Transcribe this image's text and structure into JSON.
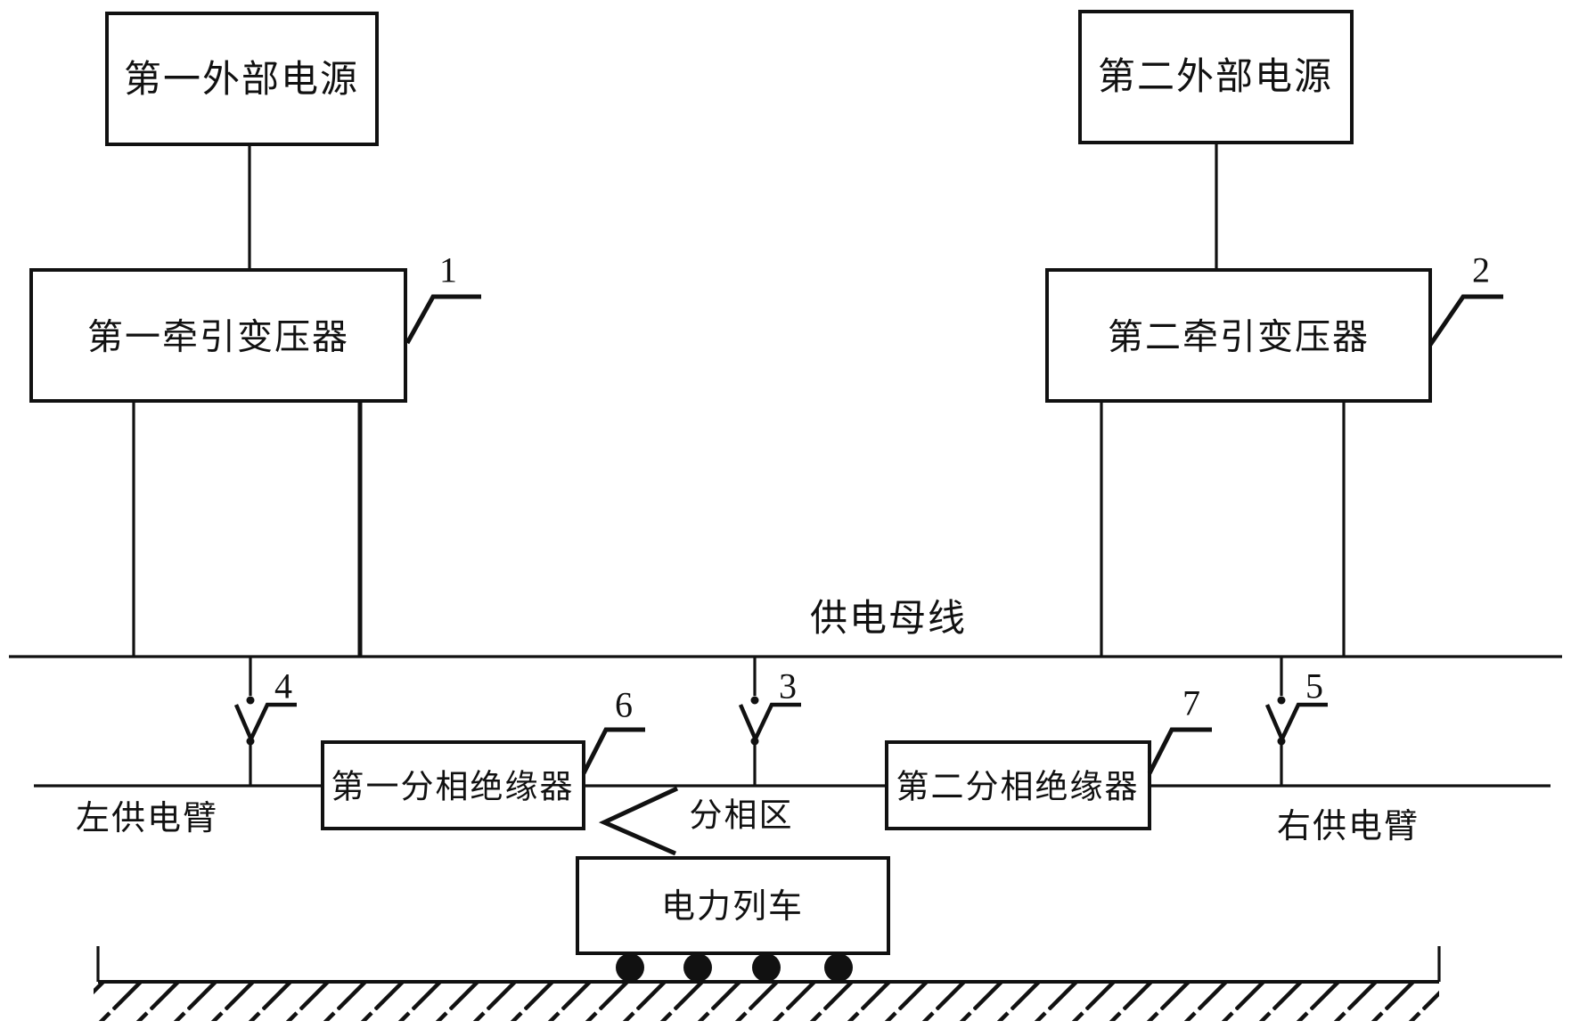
{
  "figure": {
    "background": "#ffffff",
    "ink": "#111111",
    "nodes": {
      "external_power_1": "第一外部电源",
      "external_power_2": "第二外部电源",
      "traction_transformer_1": "第一牵引变压器",
      "traction_transformer_2": "第二牵引变压器",
      "phase_insulator_1": "第一分相绝缘器",
      "phase_insulator_2": "第二分相绝缘器",
      "train": "电力列车"
    },
    "labels": {
      "supply_bus": "供电母线",
      "left_supply_arm": "左供电臂",
      "phase_separation_zone": "分相区",
      "right_supply_arm": "右供电臂"
    },
    "refs": {
      "transformer_1": "1",
      "transformer_2": "2",
      "switch_3": "3",
      "switch_4": "4",
      "switch_5": "5",
      "insulator_6": "6",
      "insulator_7": "7"
    }
  }
}
